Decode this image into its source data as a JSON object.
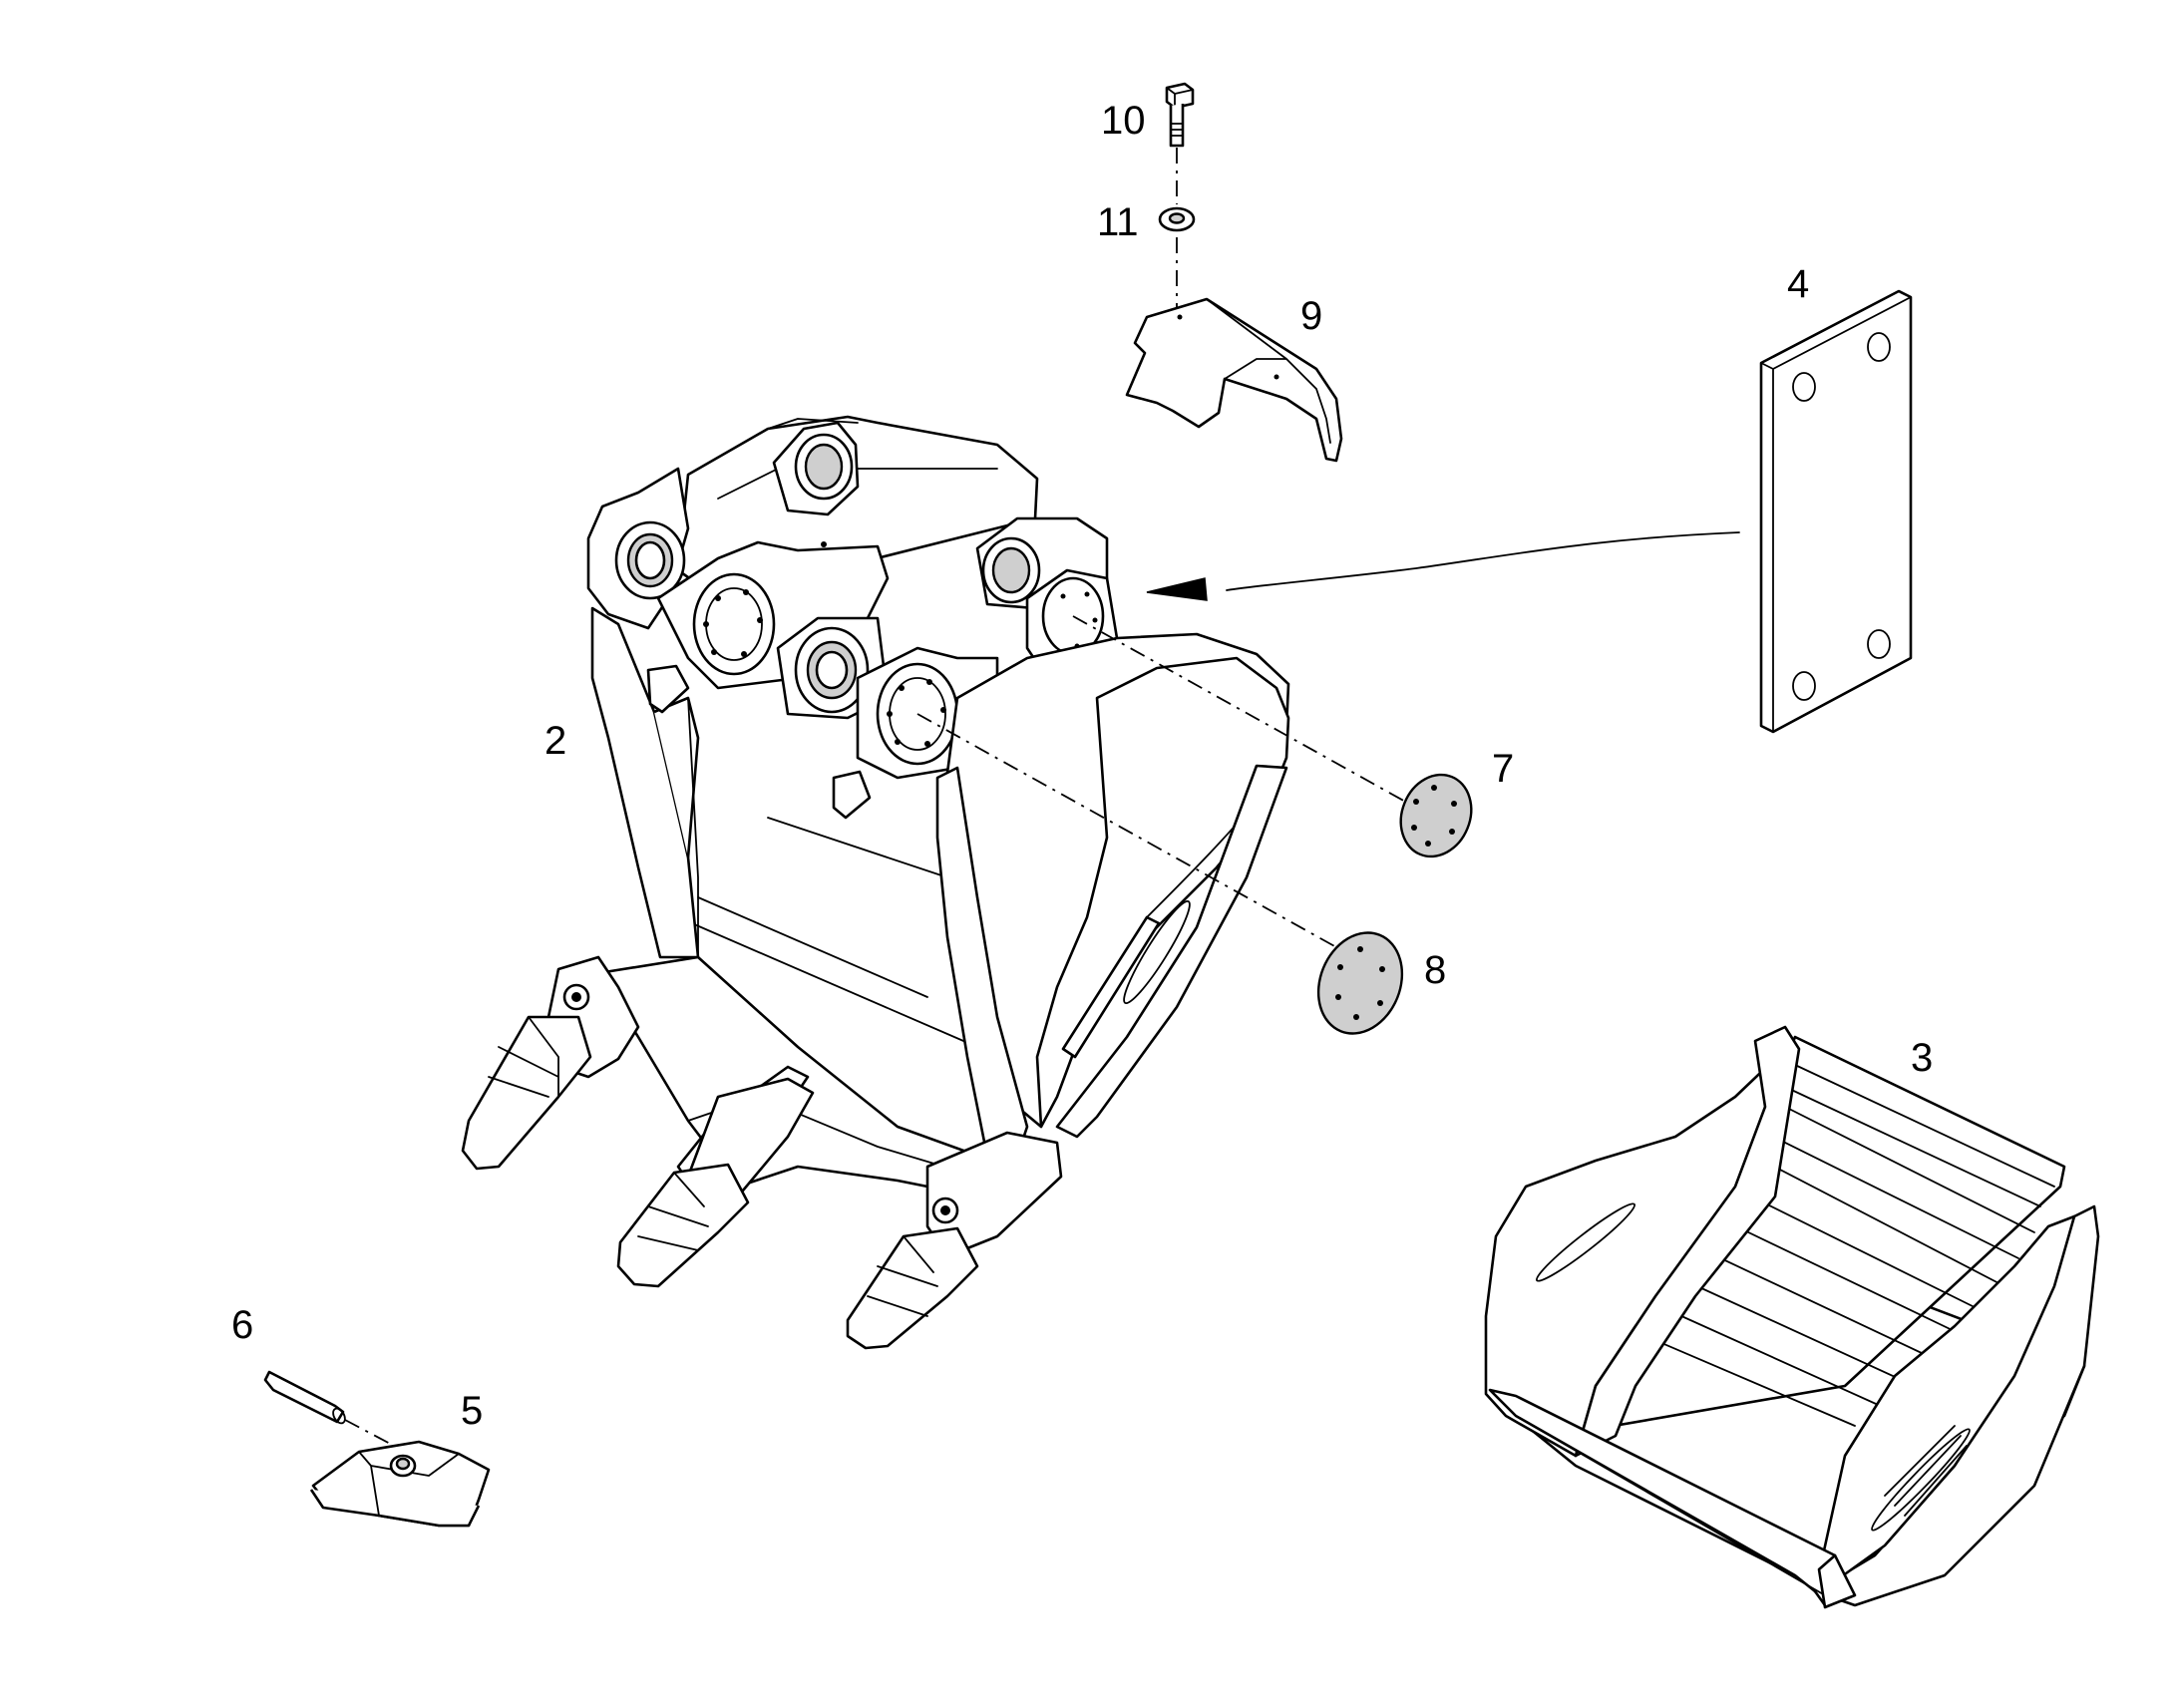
{
  "callouts": [
    {
      "id": "10",
      "text": "10"
    },
    {
      "id": "11",
      "text": "11"
    },
    {
      "id": "9",
      "text": "9"
    },
    {
      "id": "4",
      "text": "4"
    },
    {
      "id": "2",
      "text": "2"
    },
    {
      "id": "7",
      "text": "7"
    },
    {
      "id": "8",
      "text": "8"
    },
    {
      "id": "3",
      "text": "3"
    },
    {
      "id": "6",
      "text": "6"
    },
    {
      "id": "5",
      "text": "5"
    }
  ],
  "parts": {
    "bolt": "bolt-icon",
    "washer": "washer-icon",
    "cover_plate": "cover-plate-icon",
    "wear_plate": "wear-plate-icon",
    "bucket": "bucket-icon",
    "cover_disc_small": "cover-disc-icon",
    "cover_disc_large": "cover-disc-icon",
    "side_cutter_assembly": "bucket-liner-icon",
    "pin": "pin-icon",
    "tooth_adapter": "tooth-adapter-icon"
  }
}
